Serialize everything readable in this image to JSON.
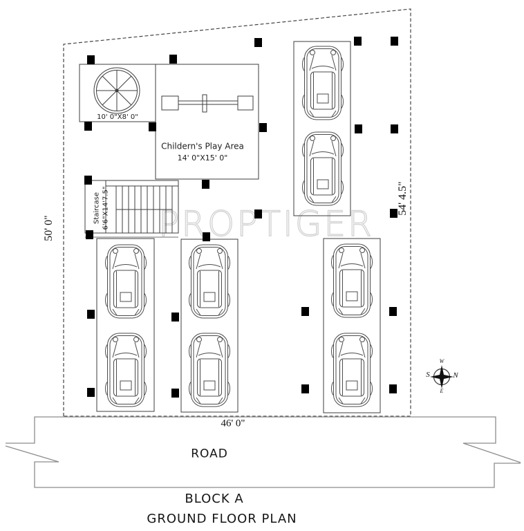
{
  "plan": {
    "watermark": "PROPTIGER",
    "road_label": "ROAD",
    "block_title": "BLOCK A",
    "plan_title": "GROUND FLOOR PLAN"
  },
  "dimensions": {
    "left_height": "50' 0\"",
    "right_height": "54' 4.5\"",
    "bottom_width": "46' 0\""
  },
  "features": {
    "tank": {
      "size_label": "10' 0\"X8' 0\""
    },
    "play_area": {
      "name": "Childern's Play Area",
      "size_label": "14' 0\"X15' 0\""
    },
    "staircase": {
      "name": "Staircase",
      "size_label": "6'6\"X14'7.5\""
    }
  },
  "compass": {
    "n": "N",
    "s": "S",
    "e": "E",
    "w": "W"
  },
  "parking": {
    "bay_count": 4,
    "car_count": 8
  },
  "colors": {
    "wall_line": "#3d3d3d",
    "boundary_dash": "#444444",
    "road_line": "#8c8c8c",
    "column_fill": "#000000",
    "watermark_outline": "#d4d4d4"
  }
}
